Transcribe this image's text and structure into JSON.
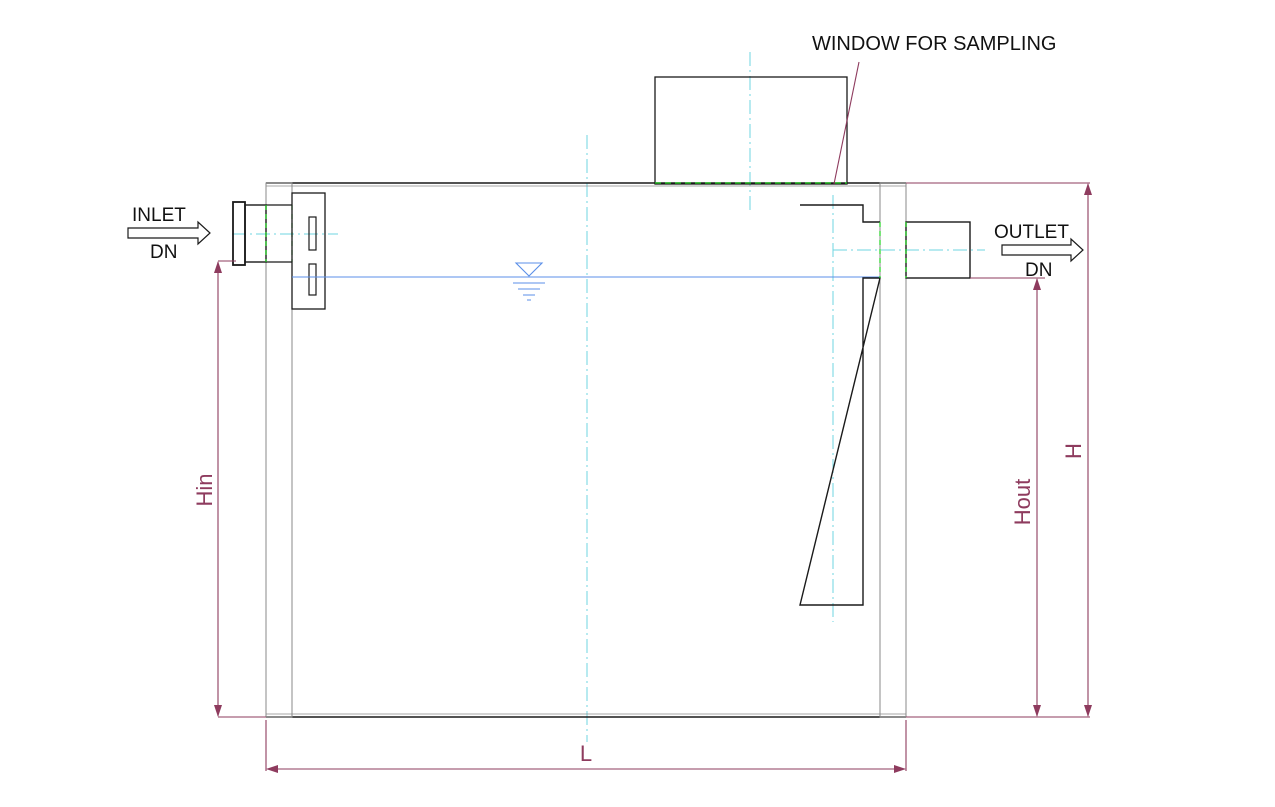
{
  "labels": {
    "window": "WINDOW FOR SAMPLING",
    "inlet": "INLET",
    "inlet_dn": "DN",
    "outlet": "OUTLET",
    "outlet_dn": "DN"
  },
  "dimensions": {
    "length": "L",
    "height": "H",
    "h_in": "Hin",
    "h_out": "Hout"
  },
  "colors": {
    "outline": "#1a1a1a",
    "wall": "#8a8a8a",
    "dimension": "#8e3b5e",
    "centerline": "#6fd6e0",
    "water": "#5b8fe8",
    "hidden": "#1ed41e"
  }
}
